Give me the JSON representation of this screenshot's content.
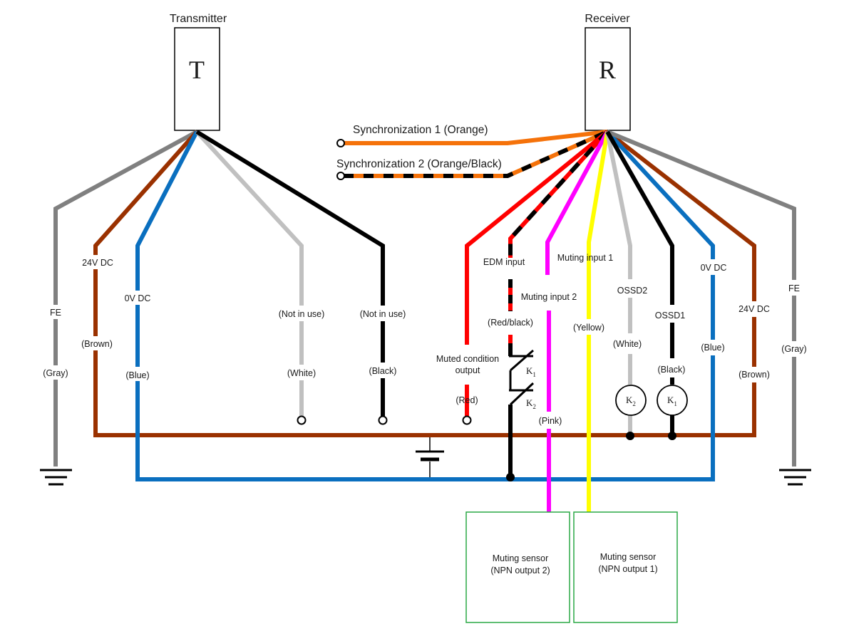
{
  "colors": {
    "gray": "#808080",
    "brown": "#9a3100",
    "blue": "#0a6fbf",
    "white_wire": "#c0c0c0",
    "black": "#000000",
    "orange": "#f5720a",
    "red": "#ff0000",
    "pink": "#ff00ff",
    "yellow": "#ffff00",
    "sensor_box": "#2aa845"
  },
  "transmitter": {
    "title": "Transmitter",
    "letter": "T",
    "wires": {
      "fe": {
        "name": "FE",
        "color": "(Gray)"
      },
      "power": {
        "name": "24V DC",
        "color": "(Brown)"
      },
      "zero": {
        "name": "0V DC",
        "color": "(Blue)"
      },
      "white": {
        "name": "(Not in use)",
        "color": "(White)"
      },
      "black": {
        "name": "(Not in use)",
        "color": "(Black)"
      }
    }
  },
  "receiver": {
    "title": "Receiver",
    "letter": "R",
    "sync1": "Synchronization 1 (Orange)",
    "sync2": "Synchronization 2 (Orange/Black)",
    "wires": {
      "muted": {
        "name_line1": "Muted condition",
        "name_line2": "output",
        "color": "(Red)"
      },
      "edm": {
        "name": "EDM input",
        "color": "(Red/black)"
      },
      "muting2": {
        "name": "Muting input 2",
        "color": "(Pink)"
      },
      "muting1": {
        "name": "Muting input 1",
        "color": "(Yellow)"
      },
      "ossd2": {
        "name": "OSSD2",
        "color": "(White)"
      },
      "ossd1": {
        "name": "OSSD1",
        "color": "(Black)"
      },
      "zero": {
        "name": "0V DC",
        "color": "(Blue)"
      },
      "power": {
        "name": "24V DC",
        "color": "(Brown)"
      },
      "fe": {
        "name": "FE",
        "color": "(Gray)"
      }
    }
  },
  "relays": {
    "k1": {
      "base": "K",
      "sub": "1"
    },
    "k2": {
      "base": "K",
      "sub": "2"
    }
  },
  "sensors": {
    "sensor2": {
      "line1": "Muting sensor",
      "line2": "(NPN output 2)"
    },
    "sensor1": {
      "line1": "Muting sensor",
      "line2": "(NPN output 1)"
    }
  }
}
